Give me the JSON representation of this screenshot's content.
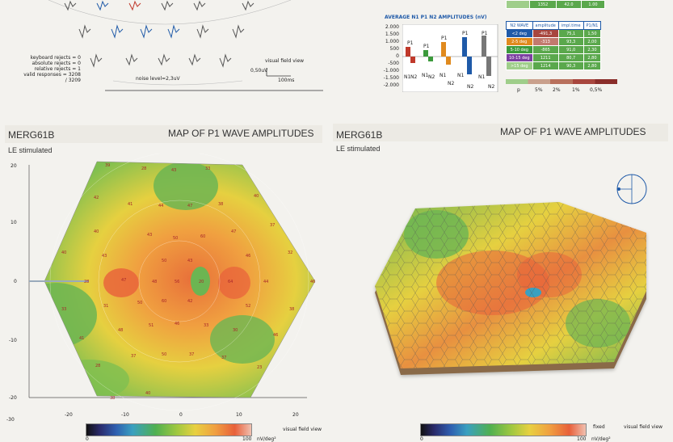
{
  "top_left": {
    "reject_lines": [
      "keyboard rejects = 0",
      "absolute rejects = 0",
      "relative rejects = 1",
      "valid responses = 3208 / 3209"
    ],
    "noise_level": "noise level=2,3uV",
    "scale_title": "visual field view",
    "scale_v": "0,50uV",
    "scale_t": "100ms"
  },
  "top_right": {
    "first_row": [
      "1352",
      "42.0",
      "1.00"
    ],
    "bar_title": "AVERAGE N1 P1 N2 AMPLITUDES (nV)",
    "bar_yticks": [
      "2.000",
      "1.500",
      "1.000",
      "500",
      "0",
      "-500",
      "-1.000",
      "-1.500",
      "-2.000"
    ],
    "bar_labels": [
      "P1",
      "P1",
      "P1",
      "P1",
      "P1",
      "N1",
      "N2",
      "N1",
      "N2",
      "N1",
      "N2",
      "N1",
      "N2",
      "N1",
      "N2"
    ],
    "table_headers": [
      "N2 WAVE",
      "amplitude",
      "impl.time",
      "P1/N1"
    ],
    "table_rows": [
      [
        "<2 deg",
        "-491,3",
        "75,1",
        "1,50"
      ],
      [
        "2-5 deg",
        "-313",
        "93,3",
        "2,00"
      ],
      [
        "5-10 deg",
        "-865",
        "91,0",
        "2,30"
      ],
      [
        "10-15 deg",
        "1211",
        "80,7",
        "2,80"
      ],
      [
        ">15 deg",
        "1214",
        "90,3",
        "2,80"
      ]
    ],
    "sig_labels": [
      "p",
      "5%",
      "2%",
      "1%",
      "0,5%"
    ],
    "colors": {
      "green": "#5aa84c",
      "red": "#a8463e",
      "light_green": "#9fce8a",
      "bar_blue": "#1f5aa8",
      "bar_red": "#c0392b",
      "bar_green": "#3c9a3c",
      "bar_orange": "#e08a1e",
      "bar_gray": "#777777"
    }
  },
  "left_panel": {
    "code": "MERG61B",
    "title": "MAP OF P1 WAVE AMPLITUDES",
    "subtitle": "LE stimulated",
    "y_ticks": [
      "20",
      "10",
      "0",
      "-10",
      "-20"
    ],
    "x_ticks": [
      "-30",
      "-20",
      "-10",
      "0",
      "10",
      "20"
    ],
    "axis_label": "visual field view",
    "scale_min": "0",
    "scale_max": "100",
    "scale_unit": "nV/deg²",
    "cell_values": [
      "39",
      "28",
      "43",
      "33",
      "42",
      "40",
      "41",
      "44",
      "47",
      "38",
      "37",
      "40",
      "43",
      "50",
      "60",
      "47",
      "40",
      "43",
      "50",
      "43",
      "46",
      "32",
      "28",
      "47",
      "48",
      "56",
      "20",
      "64",
      "44",
      "46",
      "31",
      "50",
      "60",
      "42",
      "52",
      "38",
      "33",
      "48",
      "51",
      "46",
      "33",
      "46",
      "30",
      "37",
      "50",
      "37",
      "37",
      "41",
      "28",
      "23",
      "38",
      "40"
    ]
  },
  "right_panel": {
    "code": "MERG61B",
    "title": "MAP OF P1 WAVE AMPLITUDES",
    "subtitle": "LE stimulated",
    "legend_fixed": "fixed",
    "axis_label": "visual field view",
    "scale_min": "0",
    "scale_max": "100",
    "scale_unit": "nV/deg²",
    "icon": "eye-orientation-icon"
  }
}
